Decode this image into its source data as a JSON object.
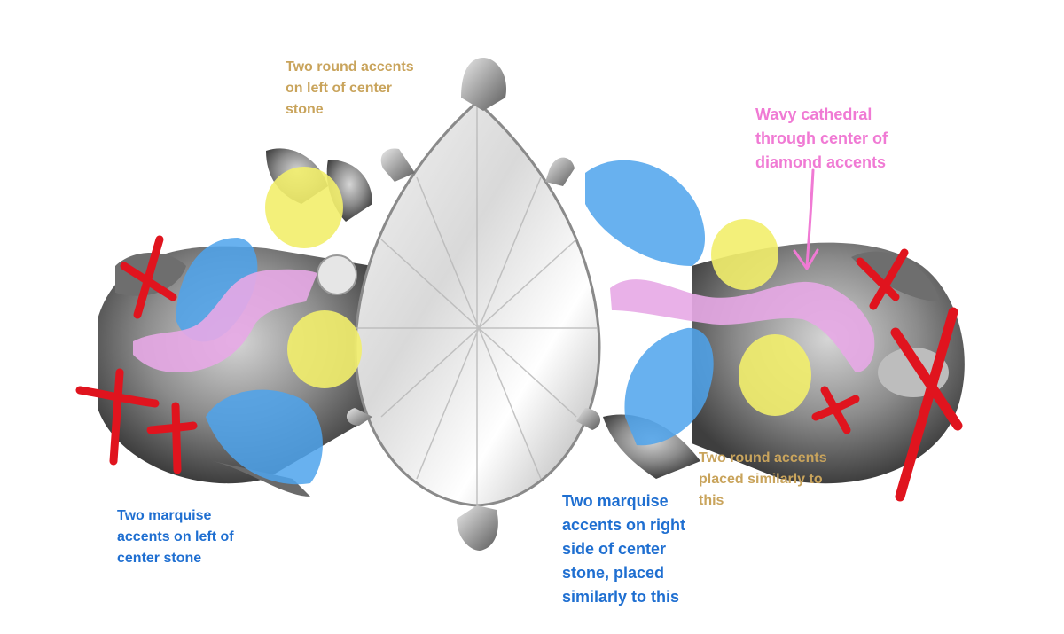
{
  "annotations": {
    "round_left": "Two round accents\non left of center\nstone",
    "cathedral": "Wavy cathedral\nthrough center of\ndiamond accents",
    "round_right": "Two round accents\nplaced similarly to\nthis",
    "marquise_left": "Two marquise\naccents on left of\ncenter stone",
    "marquise_right": "Two marquise\naccents on right\nside of center\nstone, placed\nsimilarly to this"
  },
  "colors": {
    "gold_text": "#c9a45c",
    "pink_text": "#f07ad4",
    "blue_text": "#1f6fd1",
    "round_highlight": "#f2ee6c",
    "marquise_highlight": "#4ea3ec",
    "cathedral_highlight": "#e7a8e6",
    "cross_marks": "#e0141e",
    "metal": "#8c8c8c"
  },
  "icons": {
    "center_stone": "pear-diamond-icon",
    "cross": "red-x-mark-icon",
    "arrow": "pink-arrow-icon"
  }
}
